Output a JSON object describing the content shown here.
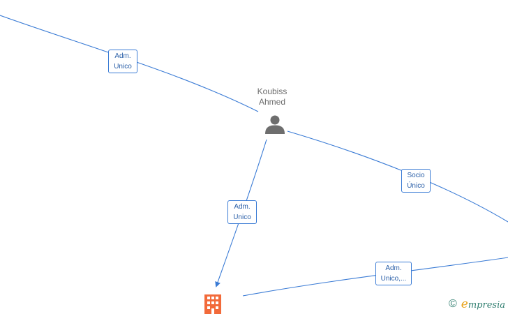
{
  "person": {
    "first_name": "Koubiss",
    "last_name": "Ahmed",
    "icon": "person-icon",
    "color": "#6e6e6e"
  },
  "company": {
    "icon": "building-icon",
    "color": "#f26a3a"
  },
  "edge_labels": {
    "top_left": {
      "line1": "Adm.",
      "line2": "Unico"
    },
    "right": {
      "line1": "Socio",
      "line2": "Único"
    },
    "down": {
      "line1": "Adm.",
      "line2": "Unico"
    },
    "bottom": {
      "line1": "Adm.",
      "line2": "Unico,..."
    }
  },
  "footer": {
    "copyright_symbol": "©",
    "brand_first": "e",
    "brand_rest": "mpresia"
  },
  "colors": {
    "edge": "#3a7bd5",
    "label_text": "#2a5fa8",
    "brand": "#2e7d6e",
    "brand_accent": "#e8a218"
  }
}
